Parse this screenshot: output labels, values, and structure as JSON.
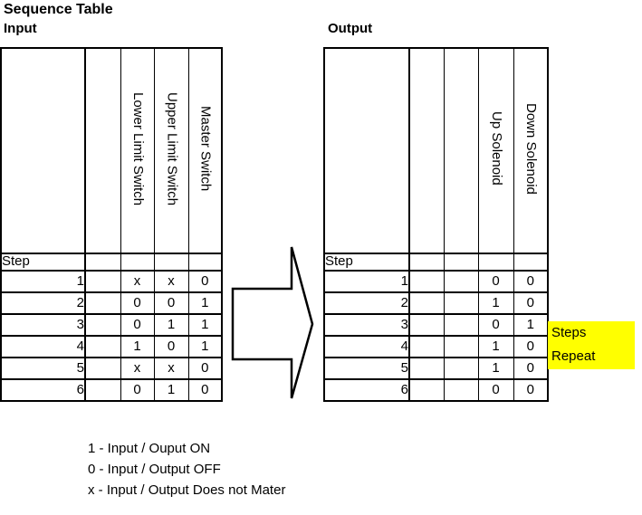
{
  "page": {
    "title": "Sequence Table"
  },
  "input_table": {
    "label": "Input",
    "step_header": "Step",
    "columns": [
      "",
      "Lower Limit Switch",
      "Upper Limit Switch",
      "Master Switch"
    ],
    "rows": [
      {
        "step": "1",
        "values": [
          "",
          "x",
          "x",
          "0"
        ]
      },
      {
        "step": "2",
        "values": [
          "",
          "0",
          "0",
          "1"
        ]
      },
      {
        "step": "3",
        "values": [
          "",
          "0",
          "1",
          "1"
        ]
      },
      {
        "step": "4",
        "values": [
          "",
          "1",
          "0",
          "1"
        ]
      },
      {
        "step": "5",
        "values": [
          "",
          "x",
          "x",
          "0"
        ]
      },
      {
        "step": "6",
        "values": [
          "",
          "0",
          "1",
          "0"
        ]
      }
    ]
  },
  "output_table": {
    "label": "Output",
    "step_header": "Step",
    "columns": [
      "",
      "",
      "Up Solenoid",
      "Down Solenoid"
    ],
    "rows": [
      {
        "step": "1",
        "values": [
          "",
          "",
          "0",
          "0"
        ]
      },
      {
        "step": "2",
        "values": [
          "",
          "",
          "1",
          "0"
        ]
      },
      {
        "step": "3",
        "values": [
          "",
          "",
          "0",
          "1"
        ]
      },
      {
        "step": "4",
        "values": [
          "",
          "",
          "1",
          "0"
        ]
      },
      {
        "step": "5",
        "values": [
          "",
          "",
          "1",
          "0"
        ]
      },
      {
        "step": "6",
        "values": [
          "",
          "",
          "0",
          "0"
        ]
      }
    ]
  },
  "arrow": {
    "icon": "right-block-arrow"
  },
  "annotation": {
    "line1": "Steps",
    "line2": "Repeat",
    "highlight_color": "#FFFF00"
  },
  "legend": {
    "lines": [
      "1 - Input / Ouput ON",
      "0 - Input / Output OFF",
      "x - Input / Output Does not Mater"
    ]
  }
}
